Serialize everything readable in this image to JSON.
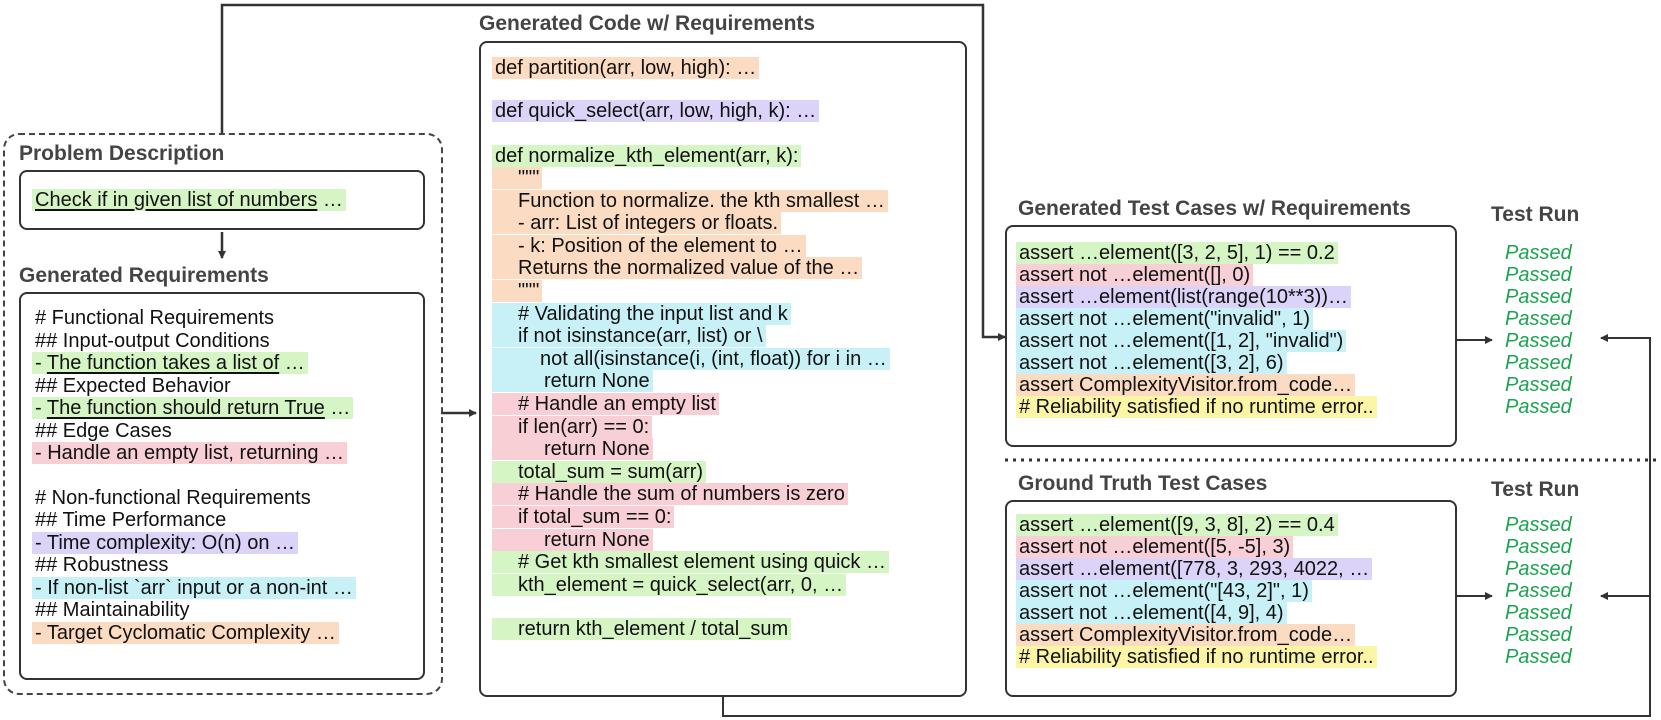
{
  "problem": {
    "title": "Problem Description",
    "text": "Check if in given list of numbers",
    "text_suffix": " …"
  },
  "requirements": {
    "title": "Generated Requirements",
    "lines": [
      {
        "text": "# Functional Requirements",
        "hl": ""
      },
      {
        "text": "## Input-output Conditions",
        "hl": ""
      },
      {
        "pre": "- ",
        "ul": "The function takes a list of",
        "post": " …",
        "hl": "green"
      },
      {
        "text": "## Expected Behavior",
        "hl": ""
      },
      {
        "pre": "- ",
        "ul": "The function should return True",
        "post": " …",
        "hl": "green"
      },
      {
        "text": "## Edge Cases",
        "hl": ""
      },
      {
        "text": "- Handle an empty list, returning …",
        "hl": "pink"
      },
      {
        "text": "# Non-functional Requirements",
        "hl": ""
      },
      {
        "text": "## Time Performance",
        "hl": ""
      },
      {
        "text": "- Time complexity: O(n) on …",
        "hl": "purple"
      },
      {
        "text": "## Robustness",
        "hl": ""
      },
      {
        "text": "- If non-list `arr` input or a non-int …",
        "hl": "cyan"
      },
      {
        "text": "## Maintainability",
        "hl": ""
      },
      {
        "text": "- Target Cyclomatic Complexity …",
        "hl": "orange"
      }
    ]
  },
  "code": {
    "title": "Generated Code w/ Requirements",
    "top": [
      {
        "text": "def partition(arr, low, high): …",
        "hl": "orange"
      },
      {
        "text": "def quick_select(arr, low, high, k): …",
        "hl": "purple"
      },
      {
        "text": "def normalize_kth_element(arr, k):",
        "hl": "green"
      }
    ],
    "body": [
      {
        "text": "\"\"\"",
        "hl": "orange",
        "indent": 1
      },
      {
        "text": "Function to normalize. the kth smallest …",
        "hl": "orange",
        "indent": 1
      },
      {
        "text": "- arr: List of integers or floats.",
        "hl": "orange",
        "indent": 1
      },
      {
        "text": "- k: Position of the element to …",
        "hl": "orange",
        "indent": 1
      },
      {
        "text": "Returns the normalized value of the …",
        "hl": "orange",
        "indent": 1
      },
      {
        "text": "\"\"\"",
        "hl": "orange",
        "indent": 1
      },
      {
        "text": "# Validating the input list and k",
        "hl": "cyan",
        "indent": 1
      },
      {
        "text": "if not isinstance(arr, list) or \\",
        "hl": "cyan",
        "indent": 1
      },
      {
        "text": "not all(isinstance(i, (int, float)) for i in …",
        "hl": "cyan",
        "indent": 2
      },
      {
        "text": "return None",
        "hl": "cyan",
        "indent": 3
      },
      {
        "text": "# Handle an empty list",
        "hl": "pink",
        "indent": 1
      },
      {
        "text": "if len(arr) == 0:",
        "hl": "pink",
        "indent": 1
      },
      {
        "text": "return None",
        "hl": "pink",
        "indent": 3
      },
      {
        "text": "total_sum = sum(arr)",
        "hl": "green",
        "indent": 1
      },
      {
        "text": "# Handle the sum of numbers is zero",
        "hl": "pink",
        "indent": 1
      },
      {
        "text": "if total_sum == 0:",
        "hl": "pink",
        "indent": 1
      },
      {
        "text": "return None",
        "hl": "pink",
        "indent": 3
      },
      {
        "text": "# Get kth  smallest element using quick …",
        "hl": "green",
        "indent": 1
      },
      {
        "text": "kth_element = quick_select(arr, 0, …",
        "hl": "green",
        "indent": 1
      }
    ],
    "last": {
      "text": "return kth_element / total_sum",
      "hl": "green"
    }
  },
  "generated_tests": {
    "title": "Generated Test Cases w/ Requirements",
    "run_title": "Test Run",
    "lines": [
      {
        "text": "assert …element([3, 2, 5], 1) == 0.2",
        "hl": "green",
        "result": "Passed"
      },
      {
        "text": "assert not …element([], 0)",
        "hl": "pink",
        "result": "Passed"
      },
      {
        "text": "assert …element(list(range(10**3))…",
        "hl": "purple",
        "result": "Passed"
      },
      {
        "text": "assert not …element(\"invalid\", 1)",
        "hl": "cyan",
        "result": "Passed"
      },
      {
        "text": "assert not …element([1, 2], \"invalid\")",
        "hl": "cyan",
        "result": "Passed"
      },
      {
        "text": "assert not …element([3, 2], 6)",
        "hl": "cyan",
        "result": "Passed"
      },
      {
        "text": "assert ComplexityVisitor.from_code…",
        "hl": "orange",
        "result": "Passed"
      },
      {
        "text": "# Reliability satisfied if no runtime error..",
        "hl": "yellow",
        "result": "Passed"
      }
    ]
  },
  "ground_truth_tests": {
    "title": "Ground  Truth Test Cases",
    "run_title": "Test Run",
    "lines": [
      {
        "text": "assert …element([9, 3, 8], 2) == 0.4",
        "hl": "green",
        "result": "Passed"
      },
      {
        "text": "assert not …element([5, -5], 3)",
        "hl": "pink",
        "result": "Passed"
      },
      {
        "text": "assert …element([778, 3, 293, 4022, …",
        "hl": "purple",
        "result": "Passed"
      },
      {
        "text": "assert not …element(\"[43, 2]\", 1)",
        "hl": "cyan",
        "result": "Passed"
      },
      {
        "text": "assert not …element([4, 9], 4)",
        "hl": "cyan",
        "result": "Passed"
      },
      {
        "text": "assert ComplexityVisitor.from_code…",
        "hl": "orange",
        "result": "Passed"
      },
      {
        "text": "# Reliability satisfied if no runtime error..",
        "hl": "yellow",
        "result": "Passed"
      }
    ]
  }
}
